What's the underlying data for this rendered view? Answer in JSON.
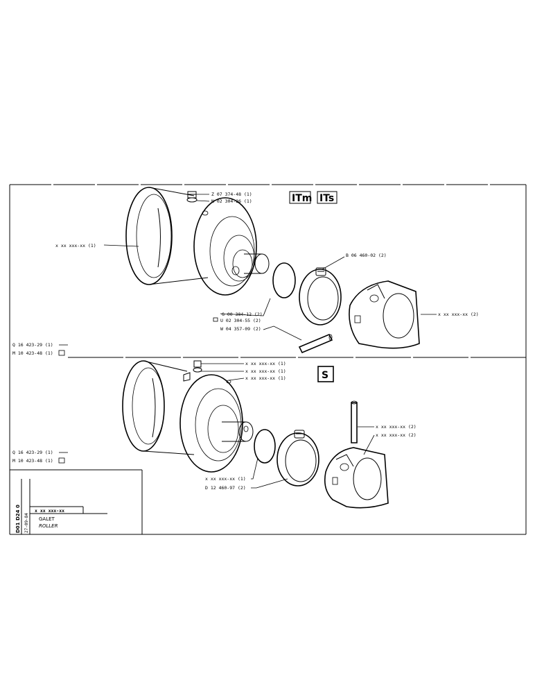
{
  "sheet": {
    "drawing_number": "D01 D24 0",
    "date": "27-09-84",
    "part_number": "x xx xxx-xx",
    "title_fr": "GALET",
    "title_en": "ROLLER"
  },
  "model_badges": [
    "ITm",
    "ITs"
  ],
  "variant_badge": "S",
  "top_view": {
    "labels": {
      "screw": "Z 07 374-48 (1)",
      "washer": "N 02 304-26 (1)",
      "body": "x xx xxx-xx (1)",
      "bushing": "B 06 460-02 (2)",
      "oring": "G 00 304-12 (2)",
      "seal": "U 02 304-55 (2)",
      "pin": "W 04 357-09 (2)",
      "bracket": "x xx xxx-xx (2)",
      "bolt": "Q 16 423-29 (1)",
      "nut": "M 10 423-48 (1)"
    }
  },
  "bottom_view": {
    "labels": {
      "plug": "x xx xxx-xx (1)",
      "plug_washer": "x xx xxx-xx (1)",
      "body": "x xx xxx-xx (1)",
      "pin": "x xx xxx-xx (2)",
      "bracket": "x xx xxx-xx (2)",
      "oring": "x xx xxx-xx (1)",
      "bushing": "D 12 460-97 (2)",
      "bolt": "Q 16 423-29 (1)",
      "nut": "M 10 423-48 (1)"
    }
  }
}
